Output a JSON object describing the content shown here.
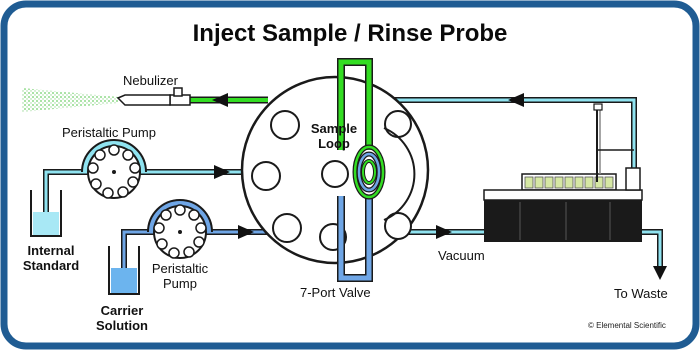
{
  "title": "Inject Sample / Rinse Probe",
  "labels": {
    "nebulizer": "Nebulizer",
    "peristaltic_pump_top": "Peristaltic Pump",
    "internal_standard_line1": "Internal",
    "internal_standard_line2": "Standard",
    "carrier_solution_line1": "Carrier",
    "carrier_solution_line2": "Solution",
    "peristaltic_pump_bottom_line1": "Peristaltic",
    "peristaltic_pump_bottom_line2": "Pump",
    "sample_loop_line1": "Sample",
    "sample_loop_line2": "Loop",
    "valve": "7-Port Valve",
    "vacuum": "Vacuum",
    "waste": "To Waste",
    "copyright": "© Elemental Scientific"
  },
  "colors": {
    "border": "#1f5c93",
    "line_cyan": "#8fe3f0",
    "line_green": "#33dd22",
    "line_blue": "#6fa6e6",
    "liquid": "#6cc2ee",
    "spray": "#8fd48a"
  }
}
